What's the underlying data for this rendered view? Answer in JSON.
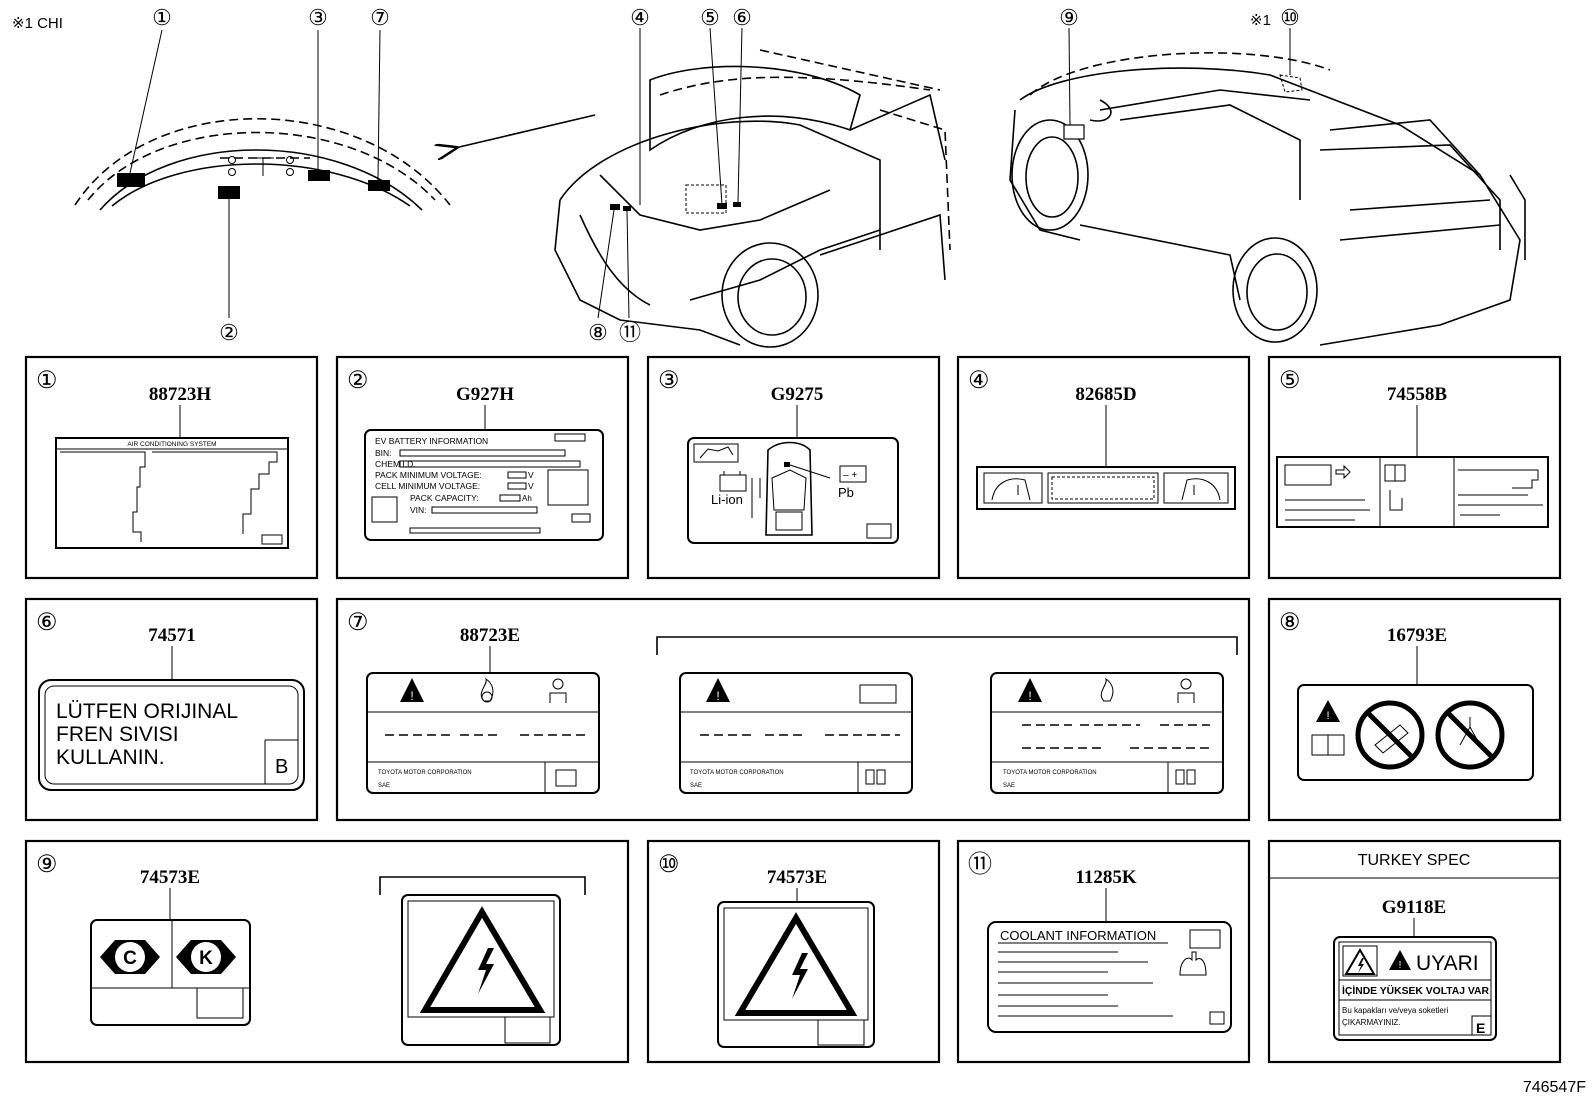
{
  "header": {
    "note_chi": "※1 CHI",
    "note_10": "※1",
    "diagram_code": "746547F"
  },
  "callouts": [
    "①",
    "②",
    "③",
    "④",
    "⑤",
    "⑥",
    "⑦",
    "⑧",
    "⑨",
    "⑩",
    "⑪"
  ],
  "panels": {
    "p1": {
      "num": "①",
      "part": "88723H",
      "title": "AIR CONDITIONING SYSTEM"
    },
    "p2": {
      "num": "②",
      "part": "G927H",
      "lines": [
        "EV BATTERY INFORMATION",
        "BIN:",
        "CHEM I.D.",
        "PACK MINIMUM VOLTAGE:",
        "CELL MINIMUM VOLTAGE:",
        "PACK CAPACITY:",
        "VIN:"
      ],
      "unit_v": "V",
      "unit_ah": "Ah"
    },
    "p3": {
      "num": "③",
      "part": "G9275",
      "left": "Li-ion",
      "right": "Pb"
    },
    "p4": {
      "num": "④",
      "part": "82685D"
    },
    "p5": {
      "num": "⑤",
      "part": "74558B"
    },
    "p6": {
      "num": "⑥",
      "part": "74571",
      "lines": [
        "LÜTFEN ORIJINAL",
        "FREN SIVISI",
        "KULLANIN."
      ],
      "letter": "B"
    },
    "p7": {
      "num": "⑦",
      "part": "88723E",
      "maker": "TOYOTA MOTOR CORPORATION",
      "sae": "SAE"
    },
    "p8": {
      "num": "⑧",
      "part": "16793E"
    },
    "p9": {
      "num": "⑨",
      "part": "74573E",
      "c": "C",
      "k": "K"
    },
    "p10": {
      "num": "⑩",
      "part": "74573E"
    },
    "p11": {
      "num": "⑪",
      "part": "11285K",
      "title": "COOLANT INFORMATION"
    },
    "p12": {
      "spec": "TURKEY SPEC",
      "part": "G9118E",
      "warn": "UYARI",
      "line1": "İÇİNDE YÜKSEK VOLTAJ VAR",
      "line2a": "Bu kapakları ve/veya soketleri",
      "line2b": "ÇIKARMAYINIZ.",
      "letter": "E"
    }
  }
}
